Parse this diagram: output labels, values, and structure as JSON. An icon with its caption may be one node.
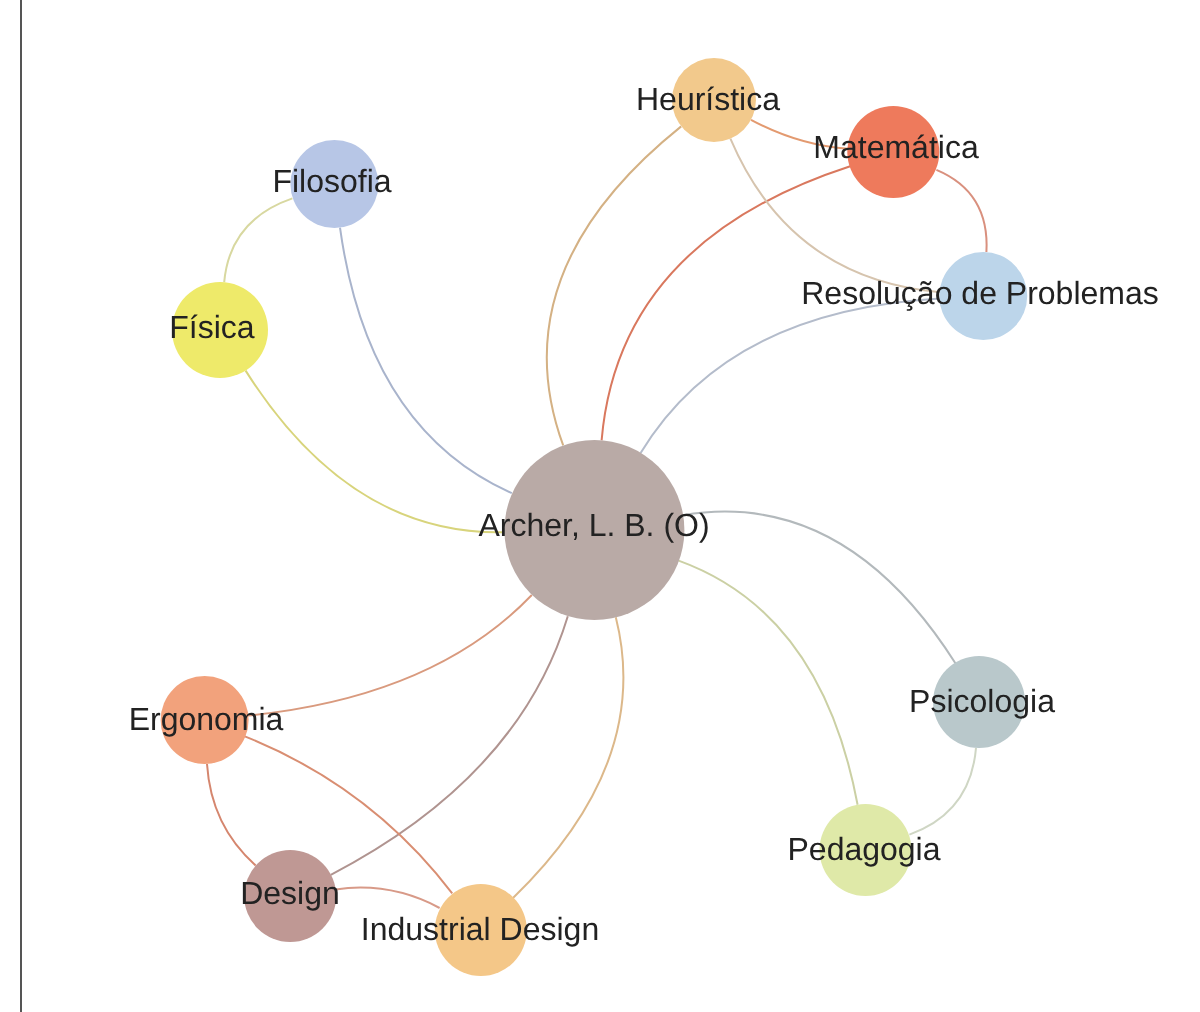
{
  "diagram": {
    "nodes": [
      {
        "text": [
          "Heurística"
        ]
      },
      {
        "text": [
          "Filosofia"
        ]
      },
      {
        "text": [
          "Matemática"
        ]
      },
      {
        "text": [
          "Resolução de Problemas"
        ]
      },
      {
        "text": [
          "Física"
        ]
      },
      {
        "text": [
          "Archer, L. B. (O)"
        ]
      },
      {
        "text": [
          "Ergonomia"
        ]
      },
      {
        "text": [
          "Psicologia"
        ]
      },
      {
        "text": [
          "Pedagogia"
        ]
      },
      {
        "text": [
          "Design"
        ]
      },
      {
        "text": [
          "Industrial Design"
        ]
      }
    ],
    "edges": [
      {
        "from": 5,
        "to": 0,
        "arrow": "none",
        "color": "#d4b184"
      },
      {
        "from": 5,
        "to": 1,
        "arrow": "none",
        "color": "#a9b4cc"
      },
      {
        "from": 5,
        "to": 2,
        "arrow": "none",
        "color": "#d9785e"
      },
      {
        "from": 5,
        "to": 3,
        "arrow": "none",
        "color": "#b4bccb"
      },
      {
        "from": 5,
        "to": 4,
        "arrow": "none",
        "color": "#d8d47c"
      },
      {
        "from": 5,
        "to": 6,
        "arrow": "none",
        "color": "#d99a7e"
      },
      {
        "from": 5,
        "to": 7,
        "arrow": "none",
        "color": "#b3b9bc"
      },
      {
        "from": 5,
        "to": 8,
        "arrow": "none",
        "color": "#cbd0a4"
      },
      {
        "from": 5,
        "to": 9,
        "arrow": "none",
        "color": "#b09490"
      },
      {
        "from": 5,
        "to": 10,
        "arrow": "none",
        "color": "#dcb88a"
      },
      {
        "from": 1,
        "to": 4,
        "arrow": "none",
        "color": "#d8d8a0"
      },
      {
        "from": 0,
        "to": 2,
        "arrow": "none",
        "color": "#e39a70"
      },
      {
        "from": 0,
        "to": 3,
        "arrow": "none",
        "color": "#d6c4ae"
      },
      {
        "from": 2,
        "to": 3,
        "arrow": "none",
        "color": "#d9907e"
      },
      {
        "from": 7,
        "to": 8,
        "arrow": "none",
        "color": "#cfd6c4"
      },
      {
        "from": 6,
        "to": 9,
        "arrow": "none",
        "color": "#d5866e"
      },
      {
        "from": 6,
        "to": 10,
        "arrow": "none",
        "color": "#d98e72"
      },
      {
        "from": 9,
        "to": 10,
        "arrow": "none",
        "color": "#d89a88"
      }
    ]
  }
}
